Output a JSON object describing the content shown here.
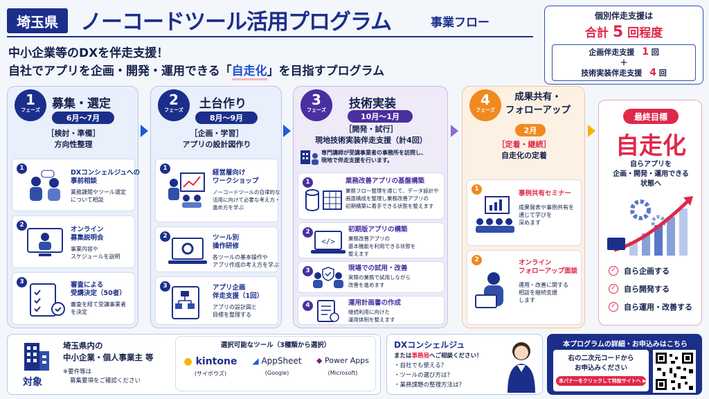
{
  "header": {
    "prefecture": "埼玉県",
    "title": "ノーコードツール活用プログラム",
    "subtitle": "事業フロー",
    "lead_line1": "中小企業等のDXを伴走支援！",
    "lead_line2_pre": "自社でアプリを企画・開発・運用できる「",
    "lead_line2_hl": "自走化",
    "lead_line2_post": "」を目指すプログラム"
  },
  "support": {
    "line1": "個別伴走支援は",
    "total_pre": "合計",
    "total_num": "5",
    "total_post": "回程度",
    "plan_label": "企画伴走支援",
    "plan_num": "1",
    "plan_unit": "回",
    "plus": "＋",
    "tech_label": "技術実装伴走支援",
    "tech_num": "4",
    "tech_unit": "回"
  },
  "phase_label": "フェーズ",
  "phases": [
    {
      "num": "1",
      "title": "募集・選定",
      "period": "6月〜7月",
      "tag": "［検討・準備］",
      "tag_sub": "方向性整理",
      "steps": [
        {
          "n": "1",
          "title": "DXコンシェルジュへの\n事前相談",
          "desc": "業務課題やツール選定\nについて相談"
        },
        {
          "n": "2",
          "title": "オンライン\n募集説明会",
          "desc": "事業内容や\nスケジュールを説明"
        },
        {
          "n": "3",
          "title": "審査による\n受講決定（50者）",
          "desc": "審査を経て受講事業者\nを決定"
        }
      ]
    },
    {
      "num": "2",
      "title": "土台作り",
      "period": "8月〜9月",
      "tag": "［企画・学習］",
      "tag_sub": "アプリの設計図作り",
      "steps": [
        {
          "n": "1",
          "title": "経営層向け\nワークショップ",
          "desc": "ノーコードツールの自律的な\n活用に向けて必要な考え方・\n進め方を学ぶ"
        },
        {
          "n": "2",
          "title": "ツール別\n操作研修",
          "desc": "各ツールの基本操作や\nアプリ作成の考え方を学ぶ"
        },
        {
          "n": "3",
          "title": "アプリ企画\n伴走支援（1回）",
          "desc": "アプリの設計図と\n目標を整理する"
        }
      ]
    },
    {
      "num": "3",
      "title": "技術実装",
      "period": "10月〜1月",
      "tag": "［開発・試行］",
      "tag_sub": "現地技術実装伴走支援（計4回）",
      "note": "専門講師が受講事業者の事務所を訪問し、\n現地で伴走支援を行います。",
      "steps": [
        {
          "n": "1",
          "title": "業務改善アプリの基盤構築",
          "desc": "業務フロー整理を通じて、データ設計や\n画面構成を整理し業務改善アプリの\n初期構築に着手できる状態を整えます"
        },
        {
          "n": "2",
          "title": "初期版アプリの構築",
          "desc": "業務改善アプリの\n基本機能を利用できる状態を\n整えます"
        },
        {
          "n": "3",
          "title": "現場での試用・改善",
          "desc": "実際の業務で試用しながら\n改善を進めます"
        },
        {
          "n": "4",
          "title": "運用計画書の作成",
          "desc": "継続利用に向けた\n運用体制を整えます"
        }
      ]
    },
    {
      "num": "4",
      "title": "成果共有・\nフォローアップ",
      "period": "2月",
      "tag": "［定着・継続］",
      "tag_sub": "自走化の定着",
      "steps": [
        {
          "n": "1",
          "title": "事例共有セミナー",
          "desc": "成果発表や事例共有を\n通じて学びを\n深めます"
        },
        {
          "n": "2",
          "title": "オンライン\nフォローアップ面談",
          "desc": "運用・改善に関する\n相談を継続支援\nします"
        }
      ]
    }
  ],
  "goal": {
    "badge": "最終目標",
    "title": "自走化",
    "desc": "自らアプリを\n企画・開発・運用できる\n状態へ",
    "checks": [
      "自ら企画する",
      "自ら開発する",
      "自ら運用・改善する"
    ]
  },
  "target": {
    "line1": "埼玉県内の",
    "line2": "中小企業・個人事業主 等",
    "note1": "※要件等は",
    "note2": "募集要項をご確認ください",
    "label": "対象"
  },
  "tools": {
    "heading": "選択可能なツール（3種類から選択）",
    "items": [
      {
        "name": "kintone",
        "sub": "(サイボウズ)"
      },
      {
        "name": "AppSheet",
        "sub": "(Google)"
      },
      {
        "name": "Power Apps",
        "sub": "(Microsoft)"
      }
    ]
  },
  "concierge": {
    "title": "DXコンシェルジュ",
    "line1_pre": "または",
    "line1_hl": "事務局",
    "line1_post": "へご相談ください！",
    "q1": "・自社でも使える？",
    "q2": "・ツールの選び方は？",
    "q3": "・業務課題の整理方法は？"
  },
  "apply": {
    "heading": "本プログラムの詳細・お申込みはこちら",
    "line1": "右の二次元コードから",
    "line2": "お申込みください",
    "banner": "本バナーをクリックして特設サイトへ"
  },
  "colors": {
    "navy": "#1b2f8a",
    "accent": "#e0284a",
    "purple": "#4a2fa0",
    "orange": "#f08a1e"
  }
}
